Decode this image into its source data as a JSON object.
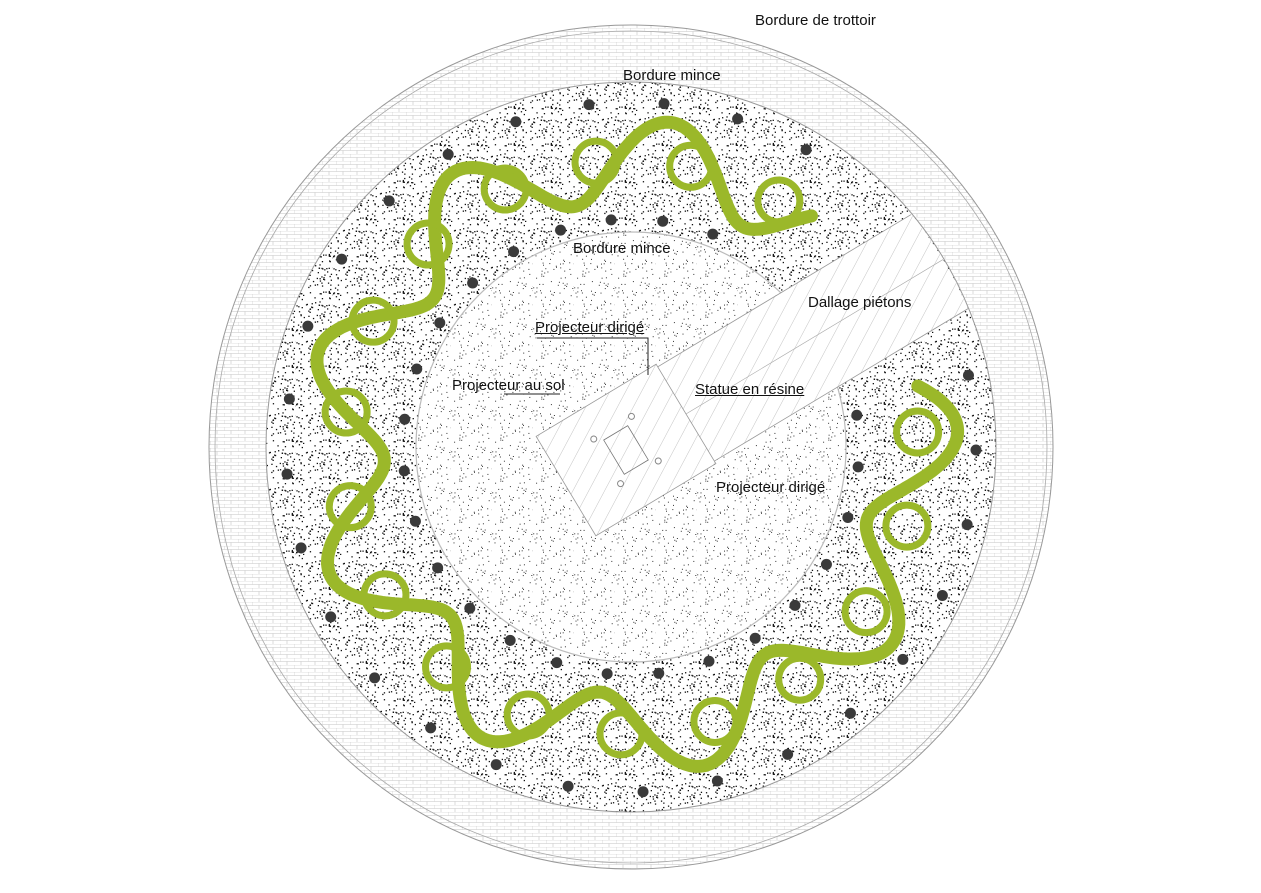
{
  "labels": {
    "sidewalk_curb": "Bordure de trottoir",
    "thin_curb_outer": "Bordure mince",
    "thin_curb_inner": "Bordure mince",
    "pedestrian_paving": "Dallage piétons",
    "spotlight_top": "Projecteur dirigé",
    "ground_light": "Projecteur au sol",
    "statue": "Statue en résine",
    "spotlight_bottom": "Projecteur dirigé"
  },
  "colors": {
    "planting_green": "#9bb82a",
    "tree_dot": "#3a3a3a",
    "line": "#888888"
  }
}
